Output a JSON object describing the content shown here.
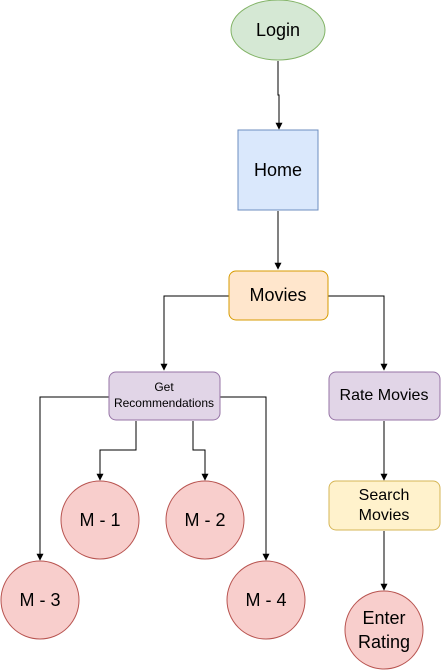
{
  "colors": {
    "green_fill": "#d5e8d4",
    "green_stroke": "#82b366",
    "blue_fill": "#dae8fc",
    "blue_stroke": "#6c8ebf",
    "orange_fill": "#ffe6cc",
    "orange_stroke": "#d79b00",
    "purple_fill": "#e1d5e7",
    "purple_stroke": "#9673a6",
    "yellow_fill": "#fff2cc",
    "yellow_stroke": "#d6b656",
    "red_fill": "#f8cecc",
    "red_stroke": "#b85450"
  },
  "nodes": {
    "login": {
      "label": "Login"
    },
    "home": {
      "label": "Home"
    },
    "movies": {
      "label": "Movies"
    },
    "get_recommendations": {
      "line1": "Get",
      "line2": "Recommendations"
    },
    "rate_movies": {
      "label": "Rate Movies"
    },
    "search_movies": {
      "line1": "Search",
      "line2": "Movies"
    },
    "enter_rating": {
      "line1": "Enter",
      "line2": "Rating"
    },
    "m1": {
      "label": "M - 1"
    },
    "m2": {
      "label": "M - 2"
    },
    "m3": {
      "label": "M - 3"
    },
    "m4": {
      "label": "M - 4"
    }
  },
  "edges": [
    {
      "from": "login",
      "to": "home"
    },
    {
      "from": "home",
      "to": "movies"
    },
    {
      "from": "movies",
      "to": "get_recommendations"
    },
    {
      "from": "movies",
      "to": "rate_movies"
    },
    {
      "from": "get_recommendations",
      "to": "m1"
    },
    {
      "from": "get_recommendations",
      "to": "m2"
    },
    {
      "from": "get_recommendations",
      "to": "m3"
    },
    {
      "from": "get_recommendations",
      "to": "m4"
    },
    {
      "from": "rate_movies",
      "to": "search_movies"
    },
    {
      "from": "search_movies",
      "to": "enter_rating"
    }
  ]
}
